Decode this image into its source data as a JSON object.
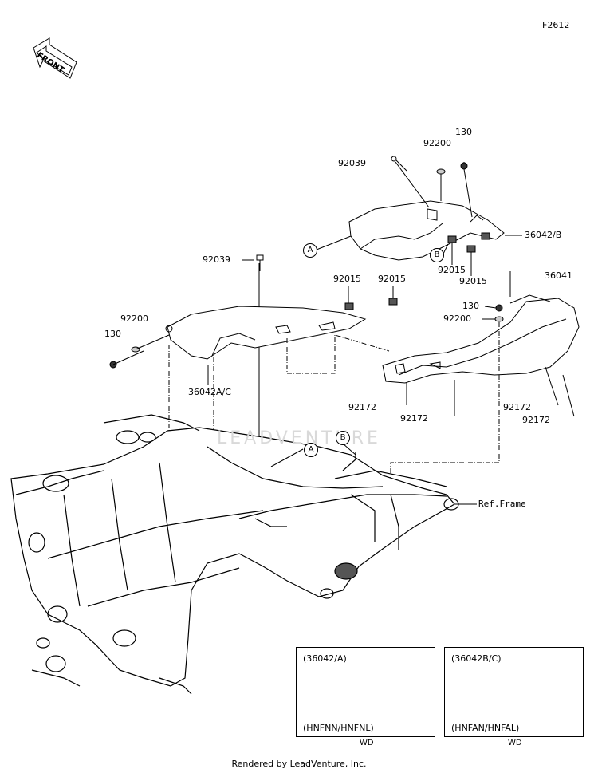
{
  "figure_code": "F2612",
  "front_arrow_label": "FRONT",
  "watermark": "LEADVENTURE",
  "callouts": {
    "a_upper": "A",
    "b_upper": "B",
    "a_lower": "A",
    "b_lower": "B"
  },
  "part_labels": {
    "p130_top": "130",
    "p92200_top": "92200",
    "p92039_top": "92039",
    "p36042_b": "36042/B",
    "p92015_r1": "92015",
    "p92015_r2": "92015",
    "p92039_mid": "92039",
    "p92015_m1": "92015",
    "p92015_m2": "92015",
    "p36041": "36041",
    "p130_right": "130",
    "p92200_right": "92200",
    "p92200_left": "92200",
    "p130_left": "130",
    "p36042_ac": "36042A/C",
    "p92172_a": "92172",
    "p92172_b": "92172",
    "p92172_c": "92172",
    "p92172_d": "92172",
    "ref_frame": "Ref.Frame"
  },
  "insets": [
    {
      "title": "(36042/A)",
      "variant": "(HNFNN/HNFNL)",
      "wd": "WD"
    },
    {
      "title": "(36042B/C)",
      "variant": "(HNFAN/HNFAL)",
      "wd": "WD"
    }
  ],
  "footer": "Rendered by LeadVenture, Inc."
}
